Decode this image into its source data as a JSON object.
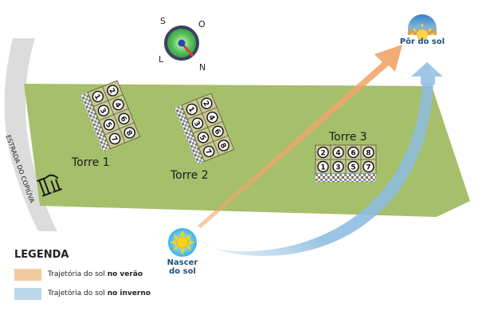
{
  "compass": {
    "letters": {
      "s": "S",
      "o": "O",
      "l": "L",
      "n": "N"
    }
  },
  "sunset": {
    "label": "Pôr do sol"
  },
  "sunrise": {
    "label_line1": "Nascer",
    "label_line2": "do sol"
  },
  "road": {
    "label": "ESTRADA DO COPIÚVA"
  },
  "towers": [
    {
      "name": "Torre 1",
      "units": [
        "1",
        "2",
        "3",
        "4",
        "5",
        "6",
        "7",
        "8"
      ]
    },
    {
      "name": "Torre 2",
      "units": [
        "1",
        "2",
        "3",
        "4",
        "5",
        "6",
        "7",
        "8"
      ]
    },
    {
      "name": "Torre 3",
      "units_top": [
        "2",
        "4",
        "6",
        "8"
      ],
      "units_bottom": [
        "1",
        "3",
        "5",
        "7"
      ]
    }
  ],
  "legend": {
    "title": "LEGENDA",
    "items": [
      {
        "prefix": "Trajetória do sol ",
        "bold": "no verão",
        "color": "#f5c9a0"
      },
      {
        "prefix": "Trajetória do sol ",
        "bold": "no inverno",
        "color": "#bcd6ea"
      }
    ]
  },
  "colors": {
    "terrain": "#a5bf6b",
    "road": "#dcdcdc",
    "summer_path": "#f0a76b",
    "winter_path": "#8ebde0",
    "building_tile": "#c9c994",
    "label_blue": "#1d4f7a"
  }
}
